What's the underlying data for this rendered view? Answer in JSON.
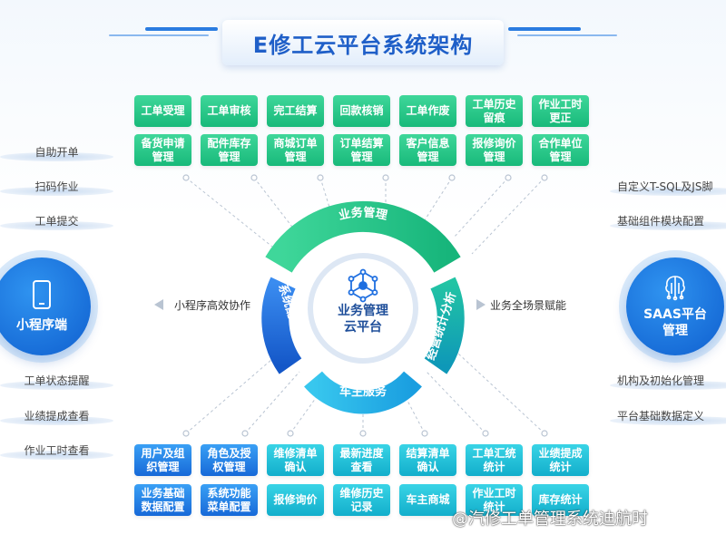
{
  "title": "E修工云平台系统架构",
  "top_tiles": [
    [
      "工单受理",
      "工单审核",
      "完工结算",
      "回款核销",
      "工单作废",
      "工单历史留痕",
      "作业工时更正"
    ],
    [
      "备货申请管理",
      "配件库存管理",
      "商城订单管理",
      "订单结算管理",
      "客户信息管理",
      "报修询价管理",
      "合作单位管理"
    ]
  ],
  "bottom_tiles": [
    [
      "用户及组织管理",
      "角色及授权管理",
      "维修清单确认",
      "最新进度查看",
      "结算清单确认",
      "工单汇统统计",
      "业绩提成统计"
    ],
    [
      "业务基础数据配置",
      "系统功能菜单配置",
      "报修询价",
      "维修历史记录",
      "车主商城",
      "作业工时统计",
      "库存统计"
    ]
  ],
  "left": {
    "top_items": [
      "自助开单",
      "扫码作业",
      "工单提交"
    ],
    "bottom_items": [
      "工单状态提醒",
      "业绩提成查看",
      "作业工时查看"
    ],
    "circle_label": "小程序端",
    "icon": "smartphone-icon",
    "flow_label": "小程序高效协作"
  },
  "right": {
    "top_items": [
      "自定义T-SQL及JS脚",
      "基础组件模块配置"
    ],
    "bottom_items": [
      "机构及初始化管理",
      "平台基础数据定义"
    ],
    "circle_label_1": "SAAS平台",
    "circle_label_2": "管理",
    "icon": "circuit-brain-icon",
    "flow_label": "业务全场景赋能"
  },
  "center": {
    "arc_top": "业务管理",
    "arc_left": "系统配置管理",
    "arc_right": "经营统计分析",
    "arc_bottom": "车主服务",
    "core_line1": "业务管理",
    "core_line2": "云平台",
    "core_icon": "hexagon-network-icon"
  },
  "watermark": "@汽修工单管理系统迪航时",
  "colors": {
    "green": "#1fc285",
    "blue": "#1769d8",
    "cyan": "#12aecb",
    "title": "#1f5fc8"
  }
}
